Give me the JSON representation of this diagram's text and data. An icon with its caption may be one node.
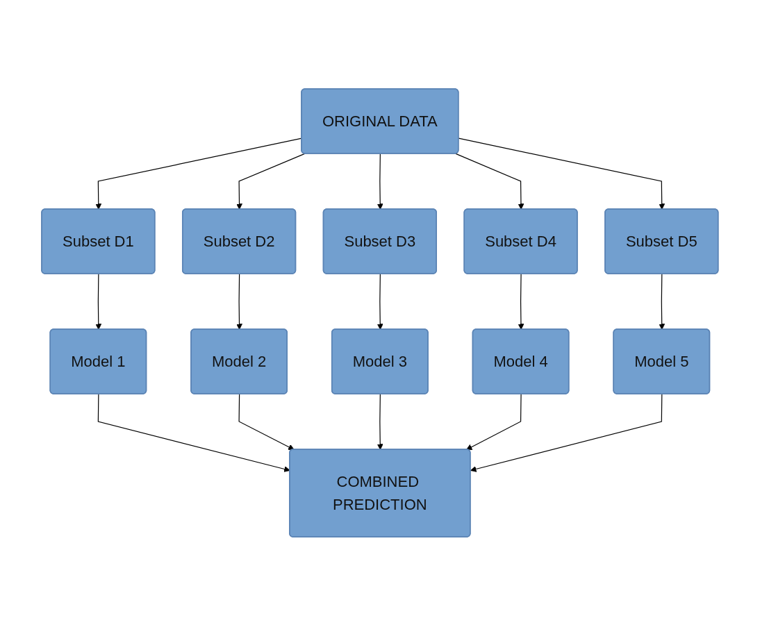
{
  "diagram": {
    "nodes": [
      {
        "text": [
          "ORIGINAL DATA"
        ]
      },
      {
        "text": [
          "Subset D1"
        ]
      },
      {
        "text": [
          "Subset D2"
        ]
      },
      {
        "text": [
          "Subset D3"
        ]
      },
      {
        "text": [
          "Subset D4"
        ]
      },
      {
        "text": [
          "Subset D5"
        ]
      },
      {
        "text": [
          "Model 1"
        ]
      },
      {
        "text": [
          "Model 2"
        ]
      },
      {
        "text": [
          "Model 3"
        ]
      },
      {
        "text": [
          "Model 4"
        ]
      },
      {
        "text": [
          "Model 5"
        ]
      },
      {
        "text": [
          "COMBINED PREDICTION"
        ]
      }
    ],
    "edges": [
      {
        "from": 0,
        "to": 1,
        "arrow": "to"
      },
      {
        "from": 0,
        "to": 2,
        "arrow": "to"
      },
      {
        "from": 0,
        "to": 3,
        "arrow": "to"
      },
      {
        "from": 0,
        "to": 4,
        "arrow": "to"
      },
      {
        "from": 0,
        "to": 5,
        "arrow": "to"
      },
      {
        "from": 1,
        "to": 6,
        "arrow": "to"
      },
      {
        "from": 2,
        "to": 7,
        "arrow": "to"
      },
      {
        "from": 3,
        "to": 8,
        "arrow": "to"
      },
      {
        "from": 4,
        "to": 9,
        "arrow": "to"
      },
      {
        "from": 5,
        "to": 10,
        "arrow": "to"
      },
      {
        "from": 6,
        "to": 11,
        "arrow": "to"
      },
      {
        "from": 7,
        "to": 11,
        "arrow": "to"
      },
      {
        "from": 8,
        "to": 11,
        "arrow": "to"
      },
      {
        "from": 9,
        "to": 11,
        "arrow": "to"
      },
      {
        "from": 10,
        "to": 11,
        "arrow": "to"
      }
    ]
  }
}
